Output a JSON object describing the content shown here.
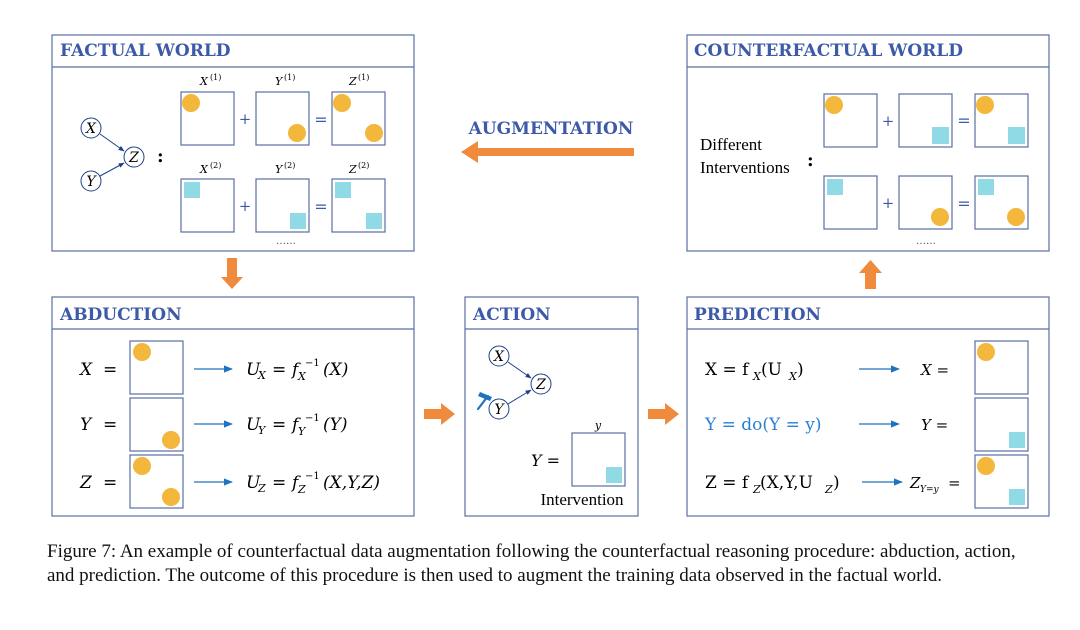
{
  "panels": {
    "factual": "FACTUAL WORLD",
    "counterfactual": "COUNTERFACTUAL WORLD",
    "abduction": "ABDUCTION",
    "action": "ACTION",
    "prediction": "PREDICTION"
  },
  "arrow_label": "AUGMENTATION",
  "factual": {
    "nodes": [
      "X",
      "Y",
      "Z"
    ],
    "col_labels_1": [
      "X",
      "Y",
      "Z"
    ],
    "sup_1": "(1)",
    "sup_2": "(2)",
    "plus": "+",
    "equals": "=",
    "colon": ":",
    "ellipsis": "……"
  },
  "counterfactual": {
    "label_line1": "Different",
    "label_line2": "Interventions",
    "colon": ":",
    "ellipsis": "……"
  },
  "abduction": {
    "rows": [
      {
        "var": "X",
        "sub": "X",
        "rhs": "(X)"
      },
      {
        "var": "Y",
        "sub": "Y",
        "rhs": "(Y)"
      },
      {
        "var": "Z",
        "sub": "Z",
        "rhs": "(X,Y,Z)"
      }
    ],
    "eq": "=",
    "u": "U",
    "f": "f",
    "inv": "−1"
  },
  "action": {
    "nodes": [
      "X",
      "Y",
      "Z"
    ],
    "small_y": "y",
    "y_eq": "Y =",
    "caption": "Intervention"
  },
  "prediction": {
    "row1": {
      "lhs": "X = f",
      "sub": "X",
      "args": "(U",
      "argsub": "X",
      "close": ")",
      "result": "X ="
    },
    "row2": {
      "text": "Y = do(Y = y)",
      "result": "Y ="
    },
    "row3": {
      "lhs": "Z = f",
      "sub": "Z",
      "args": "(X,Y,U",
      "argsub": "Z",
      "close": ")",
      "result": "Z",
      "result_sub": "Y=y",
      "result_eq": "="
    }
  },
  "caption": "Figure 7: An example of counterfactual data augmentation following the counterfactual reasoning procedure: abduction, action, and prediction. The outcome of this procedure is then used to augment the training data observed in the factual world.",
  "colors": {
    "frame": "#5b6ea3",
    "title": "#3d5aa8",
    "arrow": "#f08a3c",
    "circle": "#f2b73b",
    "square": "#90dae6",
    "blue": "#1e73be",
    "intervention_text": "#2a7fd4"
  }
}
